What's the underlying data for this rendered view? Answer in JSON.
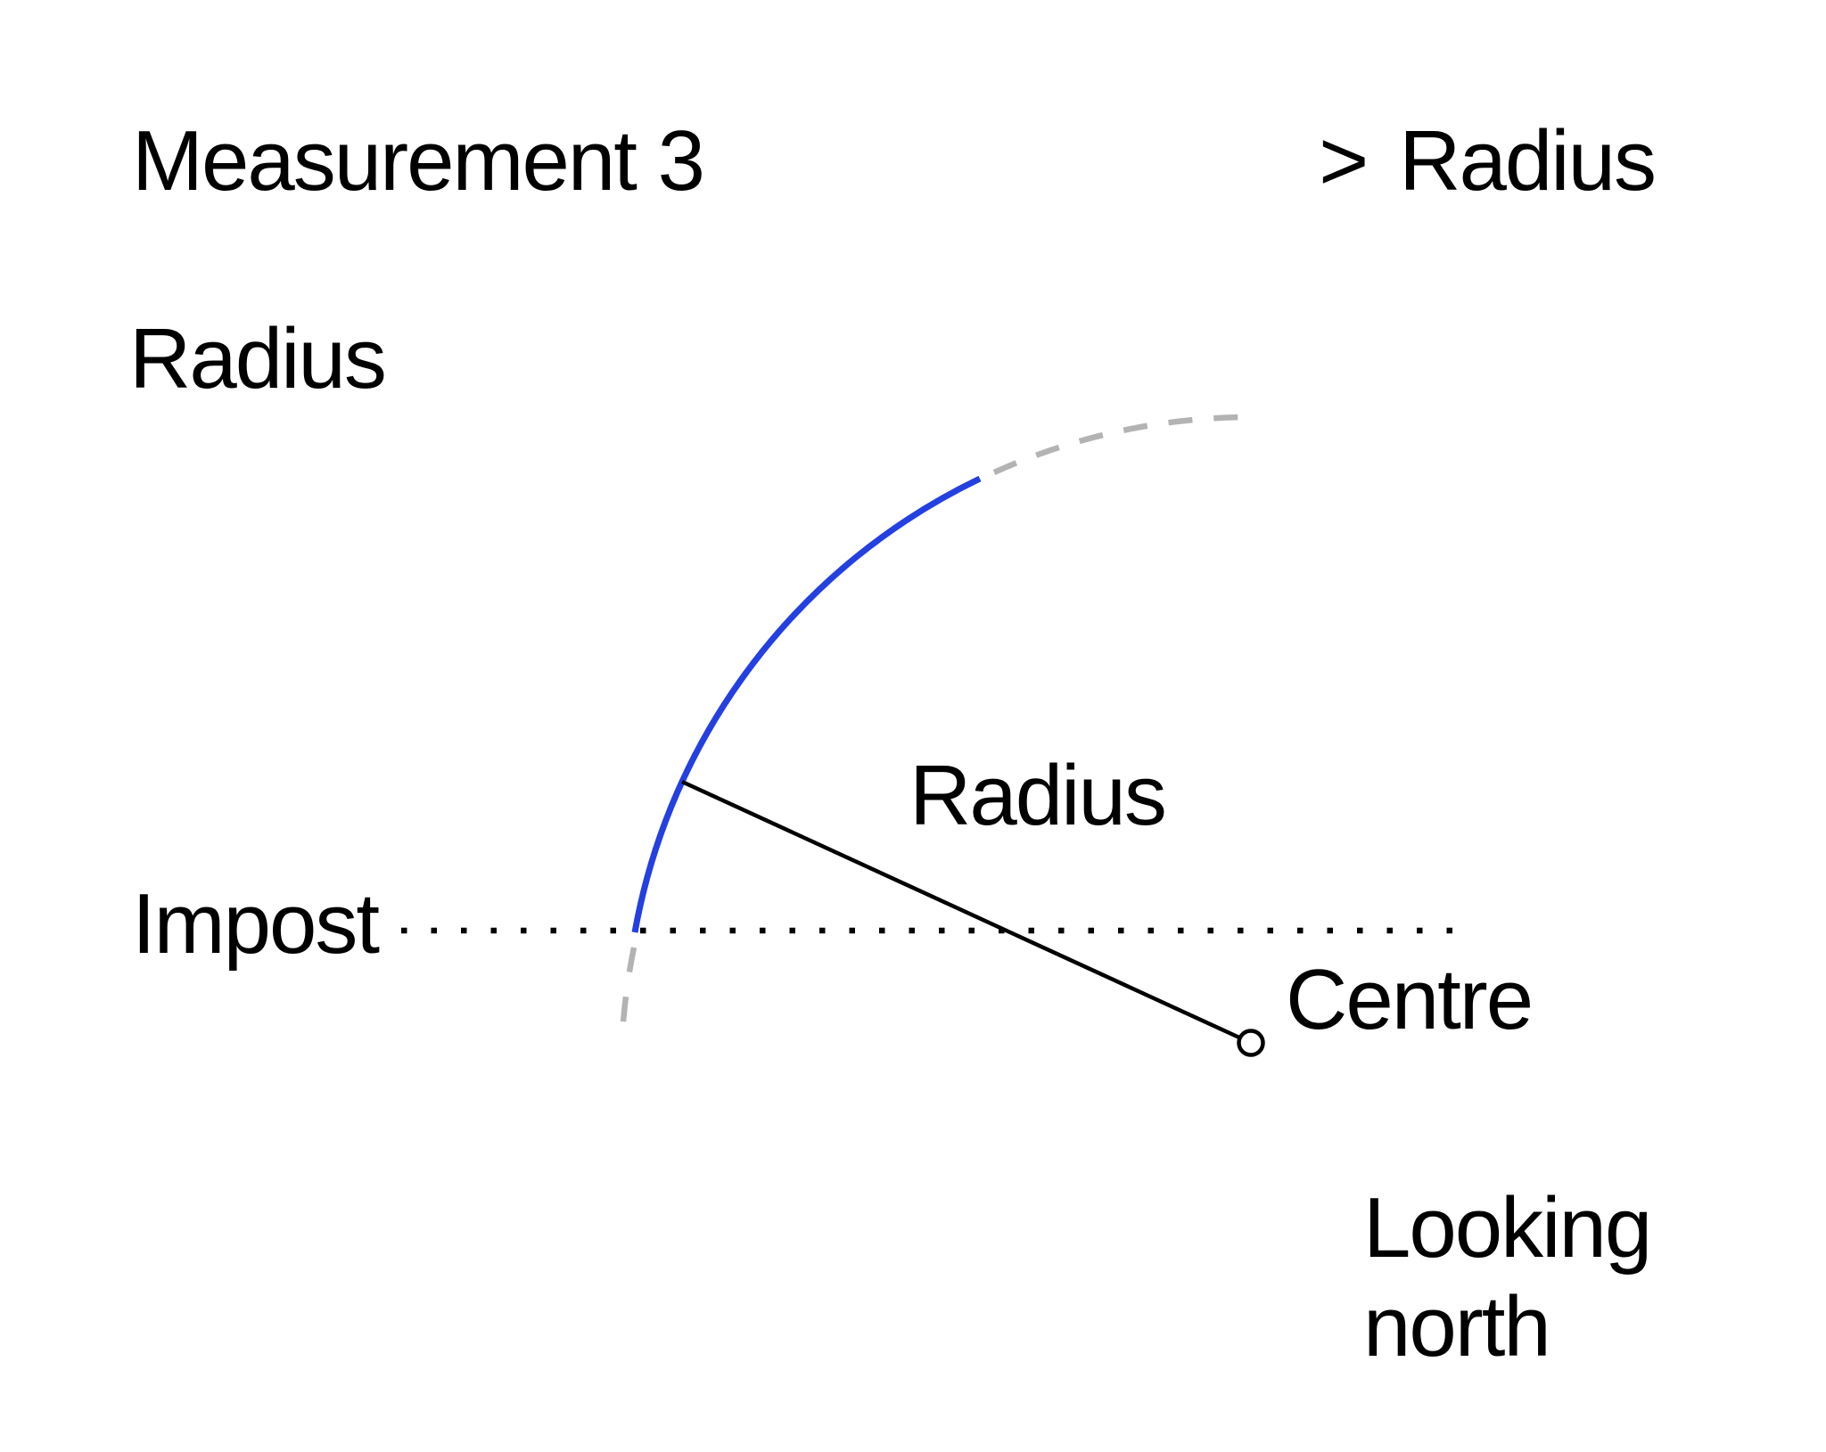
{
  "header": {
    "title": "Measurement 3",
    "breadcrumb": {
      "chevron": ">",
      "label": "Radius"
    },
    "subtitle": "Radius"
  },
  "figure": {
    "impost_label": "Impost",
    "radius_line_label": "Radius",
    "centre_label": "Centre",
    "view_caption": "Looking north",
    "colors": {
      "arc_blue": "#2440E0",
      "dash_gray": "#B3B3B3",
      "ink": "#000000"
    },
    "icons": {
      "centre_marker": "open-circle-marker",
      "breadcrumb_chevron": "chevron-right-icon"
    }
  }
}
